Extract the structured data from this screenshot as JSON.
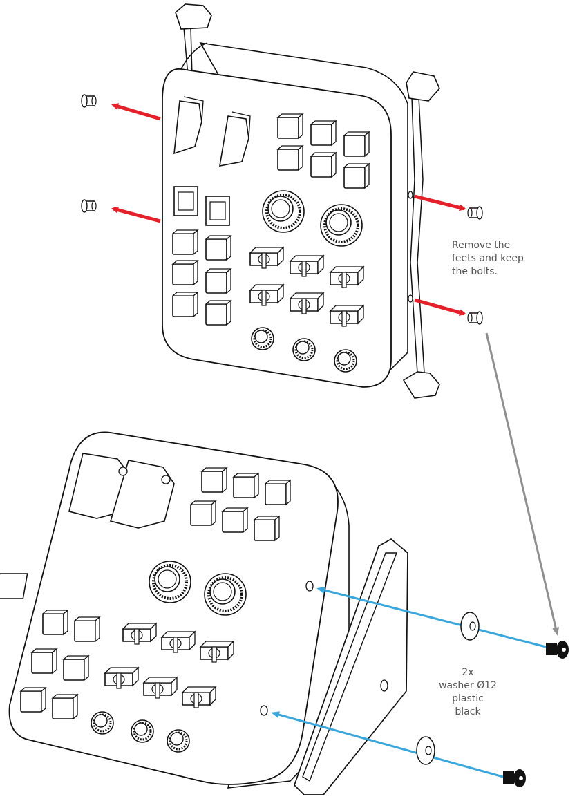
{
  "annotations": {
    "remove_note": [
      "Remove the",
      "feets and keep",
      "the bolts."
    ],
    "washer_note": [
      "2x",
      "washer Ø12",
      "plastic",
      "black"
    ]
  },
  "colors": {
    "removal_arrow": "#e4212a",
    "mount_arrow": "#3aa7dc",
    "transfer_arrow": "#8f8f8f",
    "line_art": "#111111",
    "annotation_text": "#555555"
  },
  "icons": {
    "bolt": "bolt-icon",
    "washer": "washer-icon",
    "foot": "foot-icon"
  }
}
